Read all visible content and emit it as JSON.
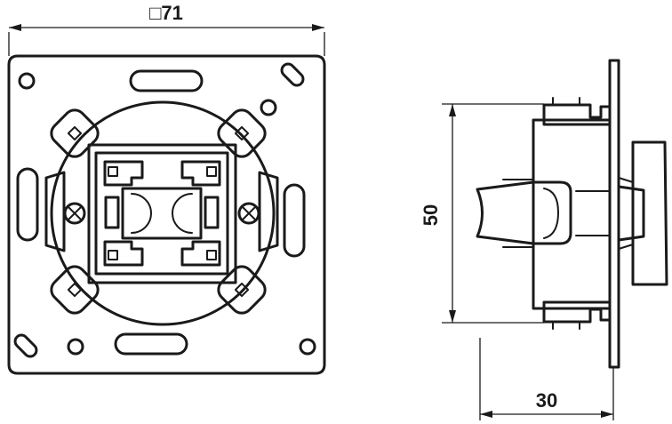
{
  "dimensions": {
    "width": {
      "symbol": "□",
      "value": "71"
    },
    "height": {
      "value": "50"
    },
    "depth": {
      "value": "30"
    }
  }
}
